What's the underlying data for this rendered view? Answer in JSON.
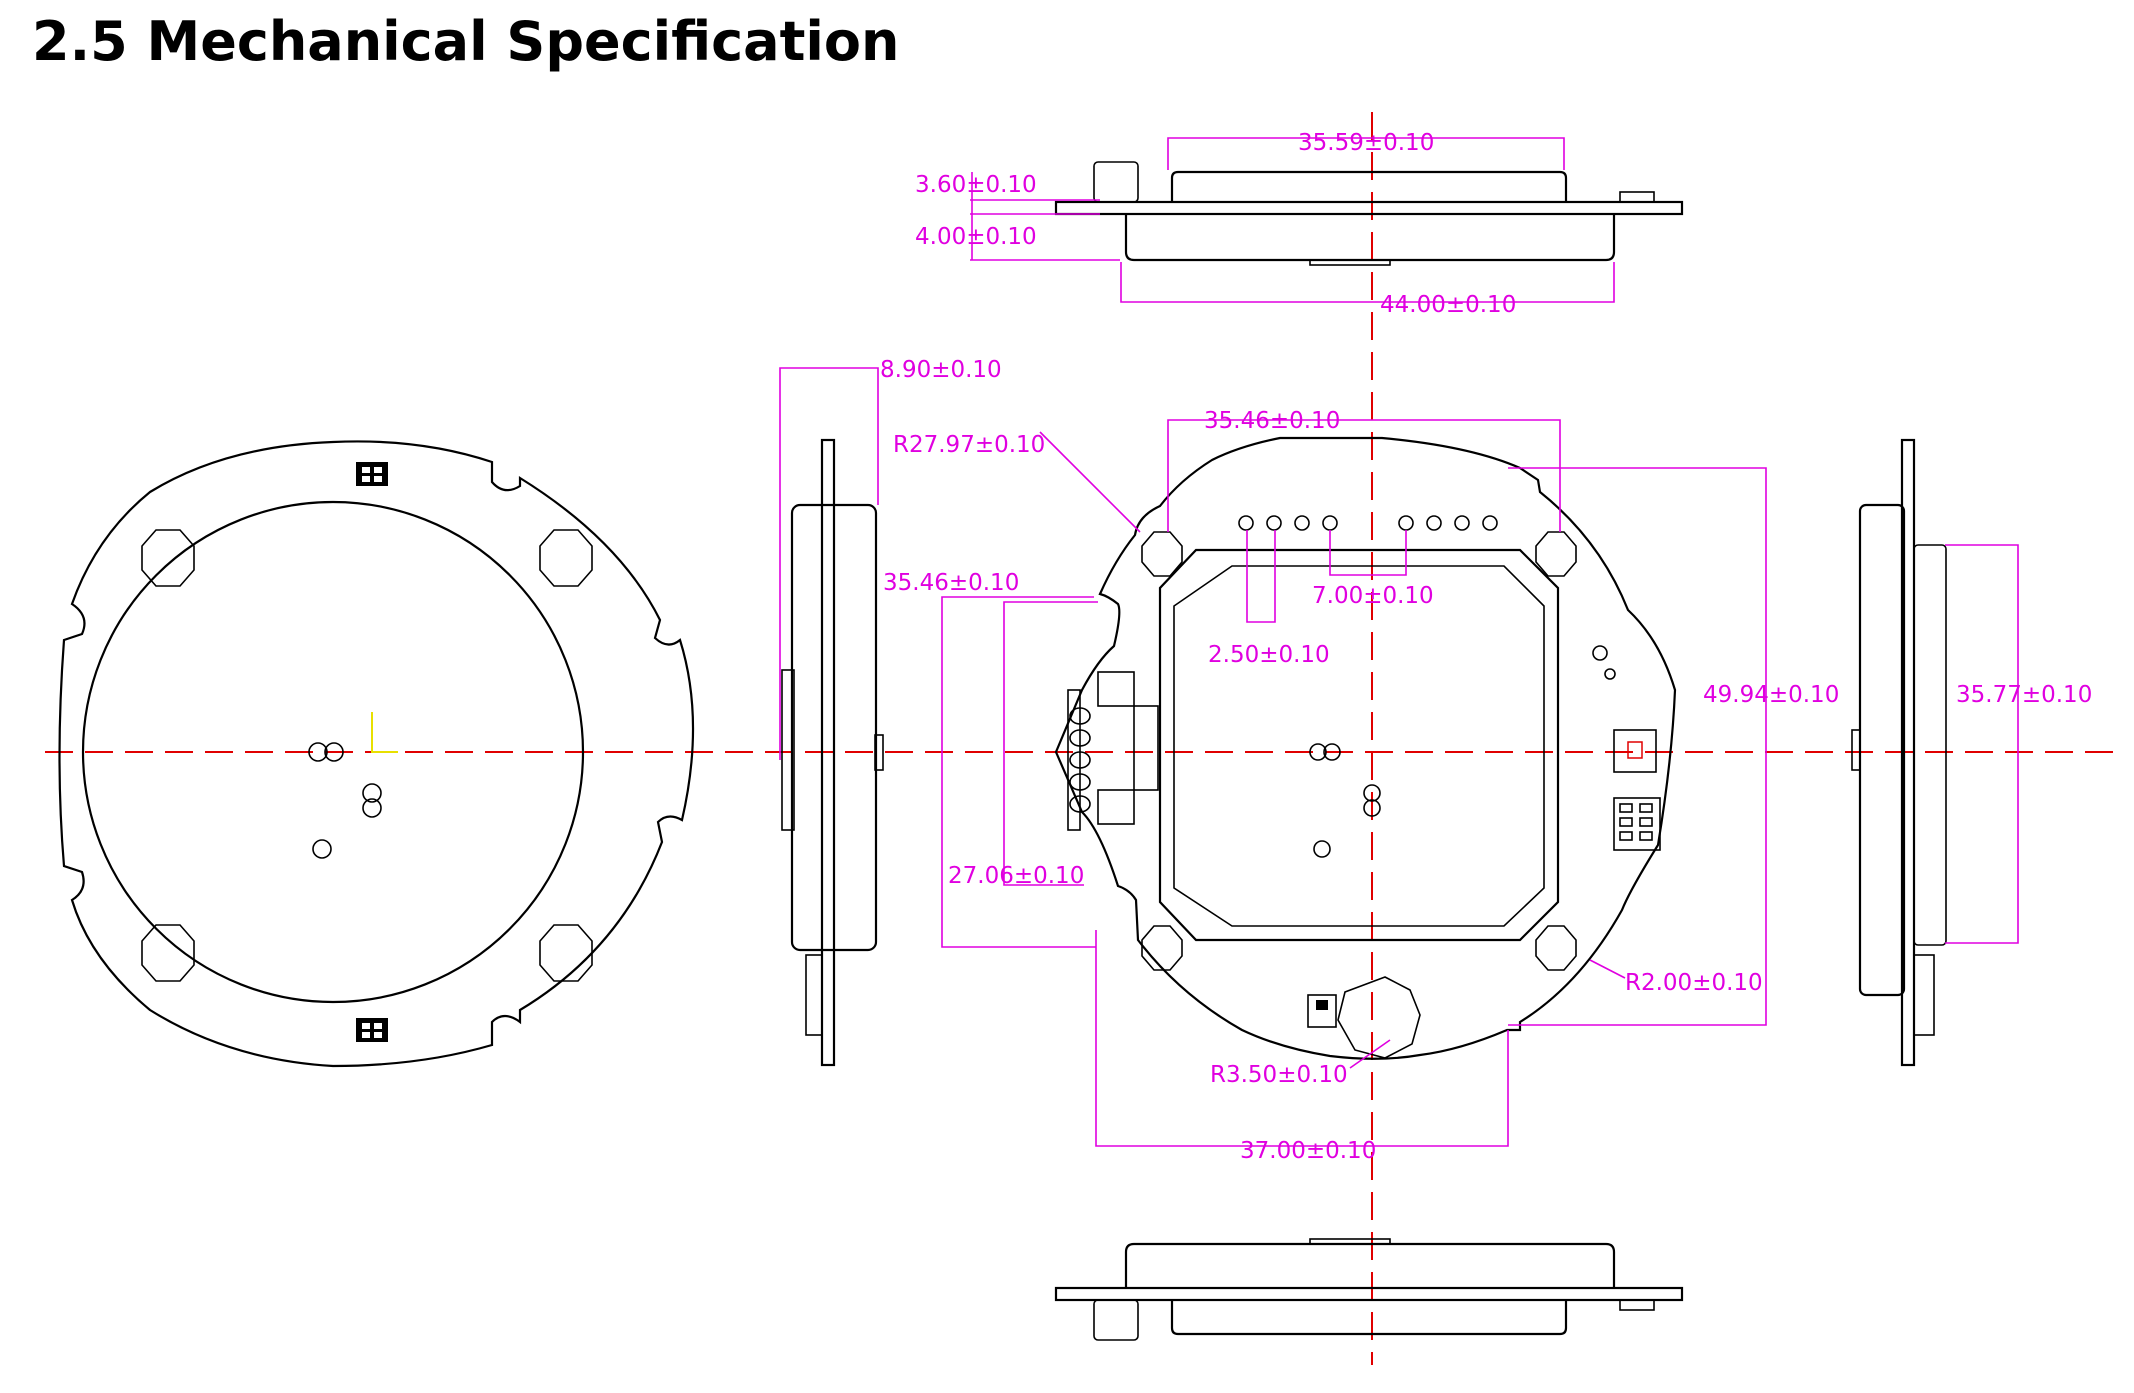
{
  "page": {
    "title": "2.5 Mechanical Specification"
  },
  "colors": {
    "outline": "#000000",
    "dimension": "#e000e0",
    "centerline": "#e00000",
    "origin_marker": "#e8e000"
  },
  "dimensions": {
    "top_width": "35.59±0.10",
    "top_height_a": "3.60±0.10",
    "top_height_b": "4.00±0.10",
    "top_overall": "44.00±0.10",
    "side_thickness": "8.90±0.10",
    "front_radius": "R27.97±0.10",
    "front_width": "35.46±0.10",
    "front_height": "35.46±0.10",
    "pin_spacing": "7.00±0.10",
    "pin_pitch": "2.50±0.10",
    "overall_height": "49.94±0.10",
    "right_height": "35.77±0.10",
    "lower_height": "27.06±0.10",
    "hole_radius": "R2.00±0.10",
    "notch_radius": "R3.50±0.10",
    "bottom_width": "37.00±0.10"
  }
}
